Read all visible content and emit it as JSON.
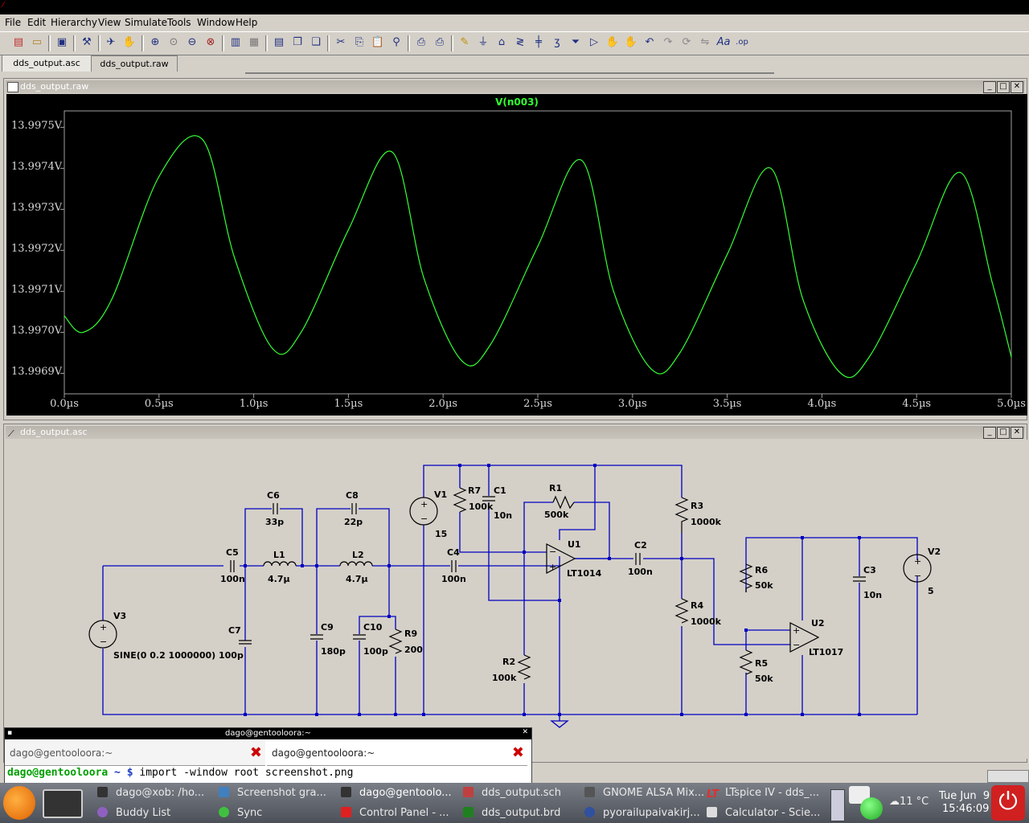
{
  "window": {
    "menus": [
      "File",
      "Edit",
      "Hierarchy",
      "View",
      "Simulate",
      "Tools",
      "Window",
      "Help"
    ],
    "tabs": [
      "dds_output.asc",
      "dds_output.raw"
    ]
  },
  "toolbar_icons": [
    "new-schematic-icon",
    "open-icon",
    "save-icon",
    "control-panel-icon",
    "run-icon",
    "halt-icon",
    "zoom-in-icon",
    "zoom-pan-icon",
    "zoom-out-icon",
    "zoom-cancel-icon",
    "autorange-icon",
    "tile-icon",
    "cascade-icon",
    "close-windows-icon",
    "cut-icon",
    "copy-icon",
    "paste-icon",
    "find-icon",
    "print-setup-icon",
    "print-icon",
    "wire-icon",
    "ground-icon",
    "label-icon",
    "resistor-icon",
    "capacitor-icon",
    "inductor-icon",
    "diode-icon",
    "component-icon",
    "move-icon",
    "drag-icon",
    "undo-icon",
    "redo-icon",
    "rotate-icon",
    "mirror-icon",
    "text-icon",
    "spice-directive-icon"
  ],
  "waveform": {
    "title": "dds_output.raw",
    "trace_name": "V(n003)",
    "trace_color": "#33ff33"
  },
  "chart_data": {
    "type": "line",
    "title": "V(n003)",
    "xlabel": "",
    "ylabel": "",
    "xlim": [
      0,
      5.0
    ],
    "ylim": [
      13.99685,
      13.99754
    ],
    "xticks": [
      "0.0µs",
      "0.5µs",
      "1.0µs",
      "1.5µs",
      "2.0µs",
      "2.5µs",
      "3.0µs",
      "3.5µs",
      "4.0µs",
      "4.5µs",
      "5.0µs"
    ],
    "yticks": [
      "13.9975V",
      "13.9974V",
      "13.9973V",
      "13.9972V",
      "13.9971V",
      "13.9970V",
      "13.9969V"
    ],
    "grid": false,
    "series": [
      {
        "name": "V(n003)",
        "x": [
          0.0,
          0.1,
          0.25,
          0.5,
          0.73,
          0.9,
          1.1,
          1.25,
          1.5,
          1.73,
          1.9,
          2.1,
          2.25,
          2.5,
          2.73,
          2.9,
          3.1,
          3.25,
          3.5,
          3.73,
          3.9,
          4.1,
          4.25,
          4.5,
          4.73,
          4.9,
          5.0
        ],
        "y": [
          13.99704,
          13.997,
          13.99708,
          13.99738,
          13.99747,
          13.99718,
          13.99696,
          13.997,
          13.99725,
          13.99744,
          13.99713,
          13.99693,
          13.99697,
          13.99721,
          13.99742,
          13.9971,
          13.99691,
          13.99695,
          13.99719,
          13.9974,
          13.99708,
          13.9969,
          13.99694,
          13.99717,
          13.99739,
          13.99712,
          13.99694
        ]
      }
    ]
  },
  "schematic": {
    "title": "dds_output.asc",
    "labels": {
      "c6": "C6",
      "c6v": "33p",
      "c8": "C8",
      "c8v": "22p",
      "c5": "C5",
      "c5v": "100n",
      "l1": "L1",
      "l1v": "4.7µ",
      "l2": "L2",
      "l2v": "4.7µ",
      "c4": "C4",
      "c4v": "100n",
      "v1": "V1",
      "v1v": "15",
      "r7": "R7",
      "r7v": "100k",
      "c1": "C1",
      "c1v": "10n",
      "r1": "R1",
      "r1v": "500k",
      "u1": "U1",
      "u1v": "LT1014",
      "c2": "C2",
      "c2v": "100n",
      "r3": "R3",
      "r3v": "1000k",
      "r4": "R4",
      "r4v": "1000k",
      "v3": "V3",
      "v3v": "SINE(0 0.2 1000000)",
      "c7": "C7",
      "c7v": "100p",
      "c9": "C9",
      "c9v": "180p",
      "c10": "C10",
      "c10v": "100p",
      "r9": "R9",
      "r9v": "200",
      "r2": "R2",
      "r2v": "100k",
      "r6": "R6",
      "r6v": "50k",
      "r5": "R5",
      "r5v": "50k",
      "u2": "U2",
      "u2v": "LT1017",
      "c3": "C3",
      "c3v": "10n",
      "v2": "V2",
      "v2v": "5"
    }
  },
  "terminal": {
    "title": "dago@gentooloora:~",
    "tab1": "dago@gentooloora:~",
    "tab2": "dago@gentooloora:~",
    "prompt_user": "dago@gentooloora",
    "prompt_rest": " ~ $ ",
    "command": "import -window root screenshot.png"
  },
  "taskbar": {
    "tasks_row1": [
      "dago@xob: /ho...",
      "Screenshot gra...",
      "dago@gentoolo...",
      "dds_output.sch",
      "GNOME ALSA Mix...",
      "LTspice IV - dds_..."
    ],
    "tasks_row2": [
      "Buddy List",
      "Sync",
      "Control Panel - ...",
      "dds_output.brd",
      "pyorailupaivakirj...",
      "Calculator - Scie..."
    ],
    "weather": "11 °C",
    "date": "Tue Jun  9",
    "time": "15:46:09"
  }
}
